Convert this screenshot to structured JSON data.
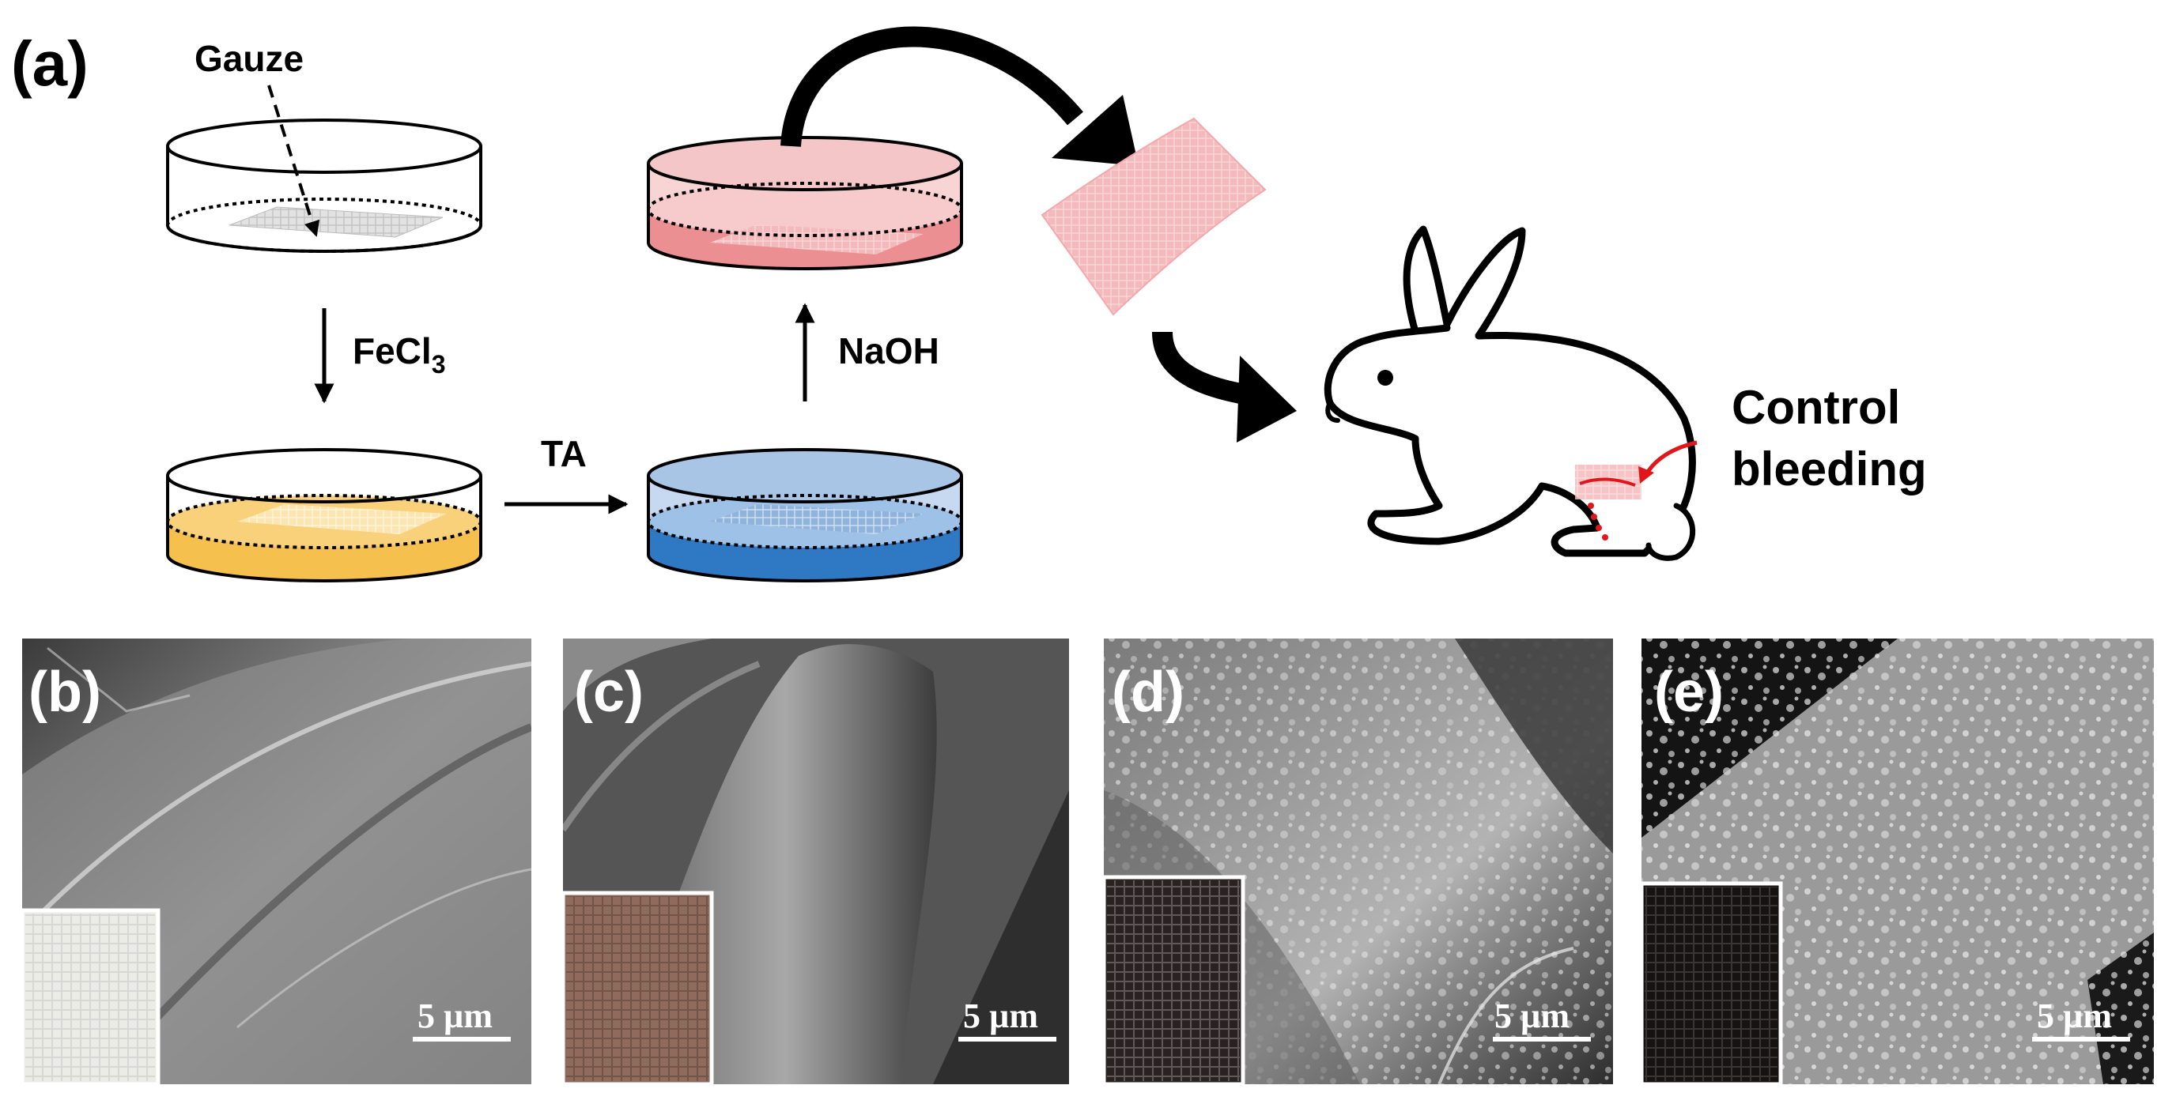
{
  "panel_a": {
    "letter": "(a)",
    "gauze_label": "Gauze",
    "step_fecl3": "FeCl",
    "step_fecl3_sub": "3",
    "step_ta": "TA",
    "step_naoh": "NaOH",
    "outcome_line1": "Control",
    "outcome_line2": "bleeding",
    "colors": {
      "fecl3_solution": "#f5c04e",
      "ta_solution": "#2f78c4",
      "naoh_solution": "#ec8f92",
      "gauze_product": "#f3b7b8",
      "wound": "#e0161b"
    }
  },
  "sem_panels": [
    {
      "letter": "(b)",
      "scale": "5 µm",
      "inset_color": "#ecece7"
    },
    {
      "letter": "(c)",
      "scale": "5 µm",
      "inset_color": "#8f6a5d"
    },
    {
      "letter": "(d)",
      "scale": "5 µm",
      "inset_color": "#2a2222"
    },
    {
      "letter": "(e)",
      "scale": "5 µm",
      "inset_color": "#161212"
    }
  ]
}
